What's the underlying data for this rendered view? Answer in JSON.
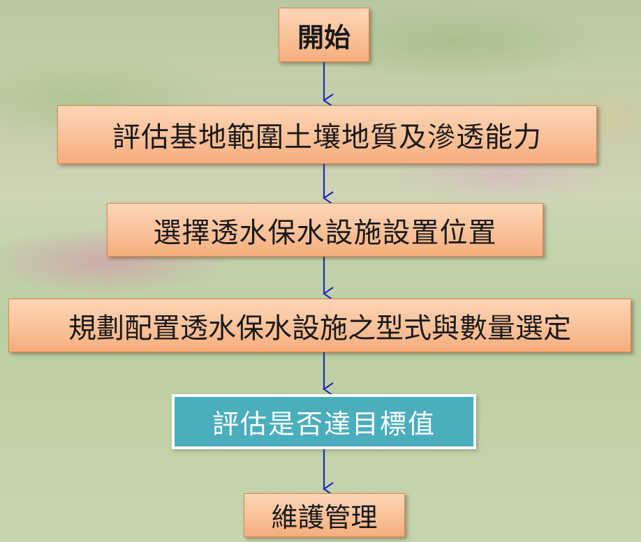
{
  "diagram": {
    "type": "flowchart",
    "colors": {
      "box_fill": "#f9c199",
      "box_border": "#e0864a",
      "decision_fill": "#4aaebc",
      "arrow": "#1c2bb8"
    },
    "steps": [
      {
        "id": "start",
        "label": "開始"
      },
      {
        "id": "assess-soil",
        "label": "評估基地範圍土壤地質及滲透能力"
      },
      {
        "id": "select-location",
        "label": "選擇透水保水設施設置位置"
      },
      {
        "id": "plan-layout",
        "label": "規劃配置透水保水設施之型式與數量選定"
      },
      {
        "id": "evaluate-target",
        "label": "評估是否達目標值"
      },
      {
        "id": "maintenance",
        "label": "維護管理"
      }
    ]
  }
}
